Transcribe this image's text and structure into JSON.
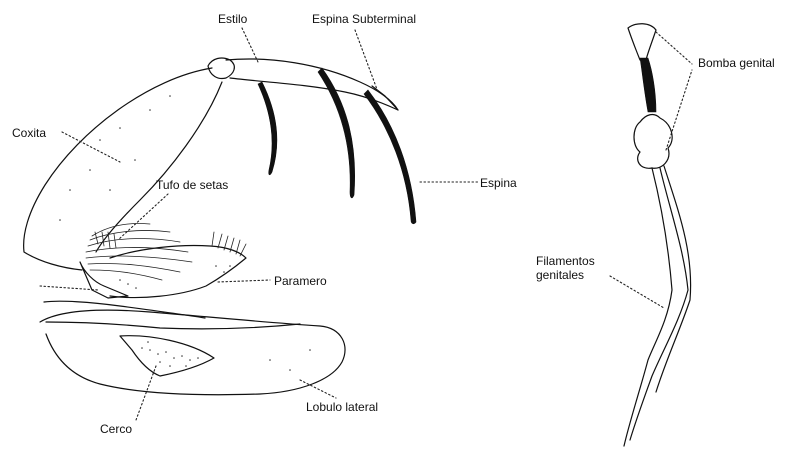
{
  "labels": {
    "estilo": "Estilo",
    "espina_subterminal": "Espina Subterminal",
    "coxita": "Coxita",
    "tufo_de_setas": "Tufo de setas",
    "espina": "Espina",
    "paramero": "Paramero",
    "lobulo_lateral": "Lobulo lateral",
    "cerco": "Cerco",
    "bomba_genital": "Bomba genital",
    "filamentos_genitales": "Filamentos genitales"
  },
  "colors": {
    "ink": "#111111",
    "background": "#ffffff"
  }
}
